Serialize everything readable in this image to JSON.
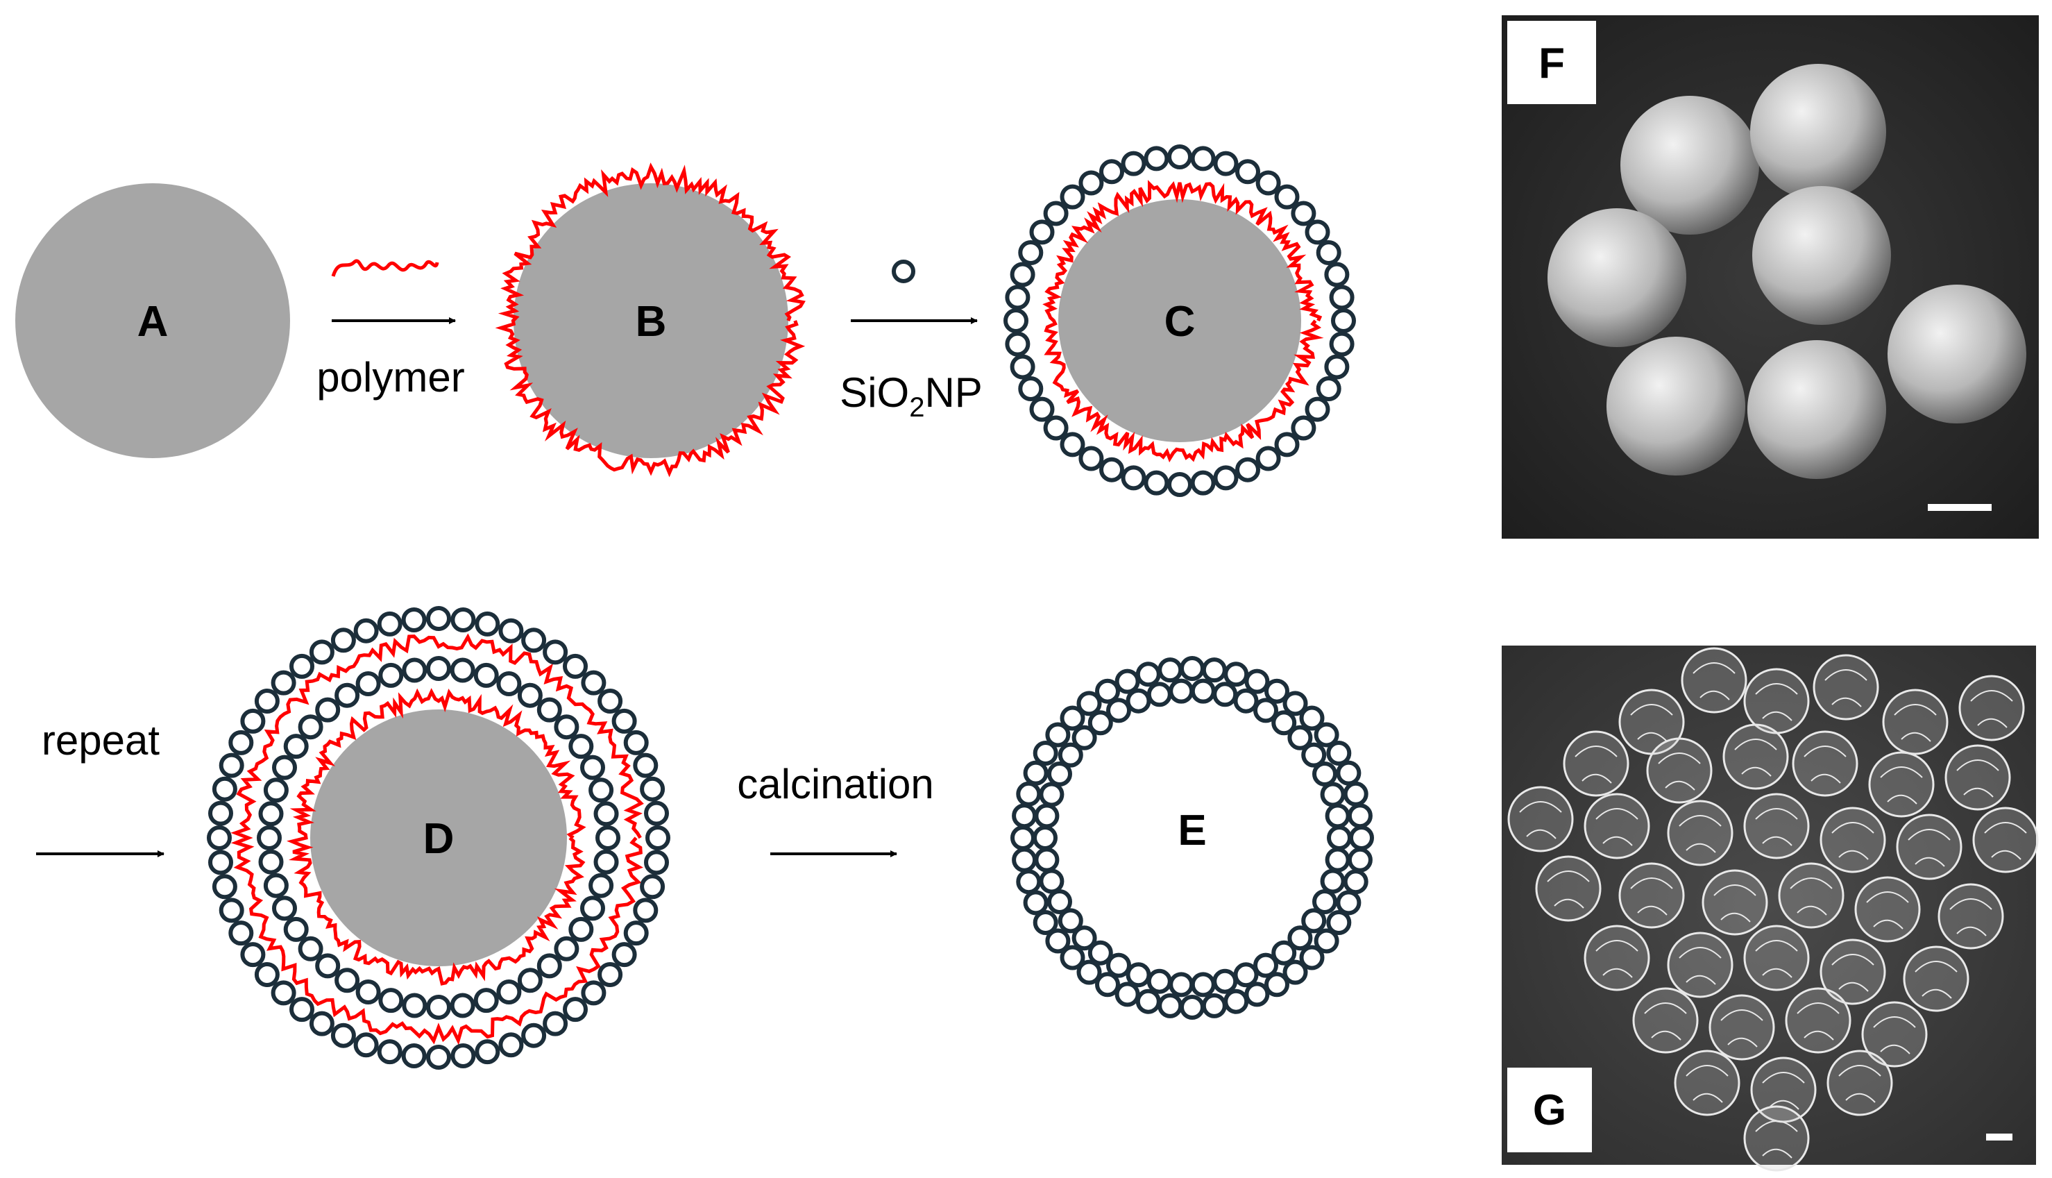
{
  "panels": {
    "a": "A",
    "b": "B",
    "c": "C",
    "d": "D",
    "e": "E",
    "f": "F",
    "g": "G"
  },
  "steps": {
    "polymer": "polymer",
    "sio2np_prefix": "SiO",
    "sio2np_subscript": "2",
    "sio2np_suffix": "NP",
    "repeat": "repeat",
    "calcination": "calcination"
  },
  "colors": {
    "core": "#a6a6a6",
    "polymer": "#ff0000",
    "nanoparticle": "#1c2e3a",
    "micrograph_background": "#2a2a2a",
    "sphere_highlight": "#e8e8e8"
  },
  "icons": {
    "polymer_legend": "polymer-squiggle-icon",
    "nanoparticle_legend": "nanoparticle-circle-icon"
  }
}
